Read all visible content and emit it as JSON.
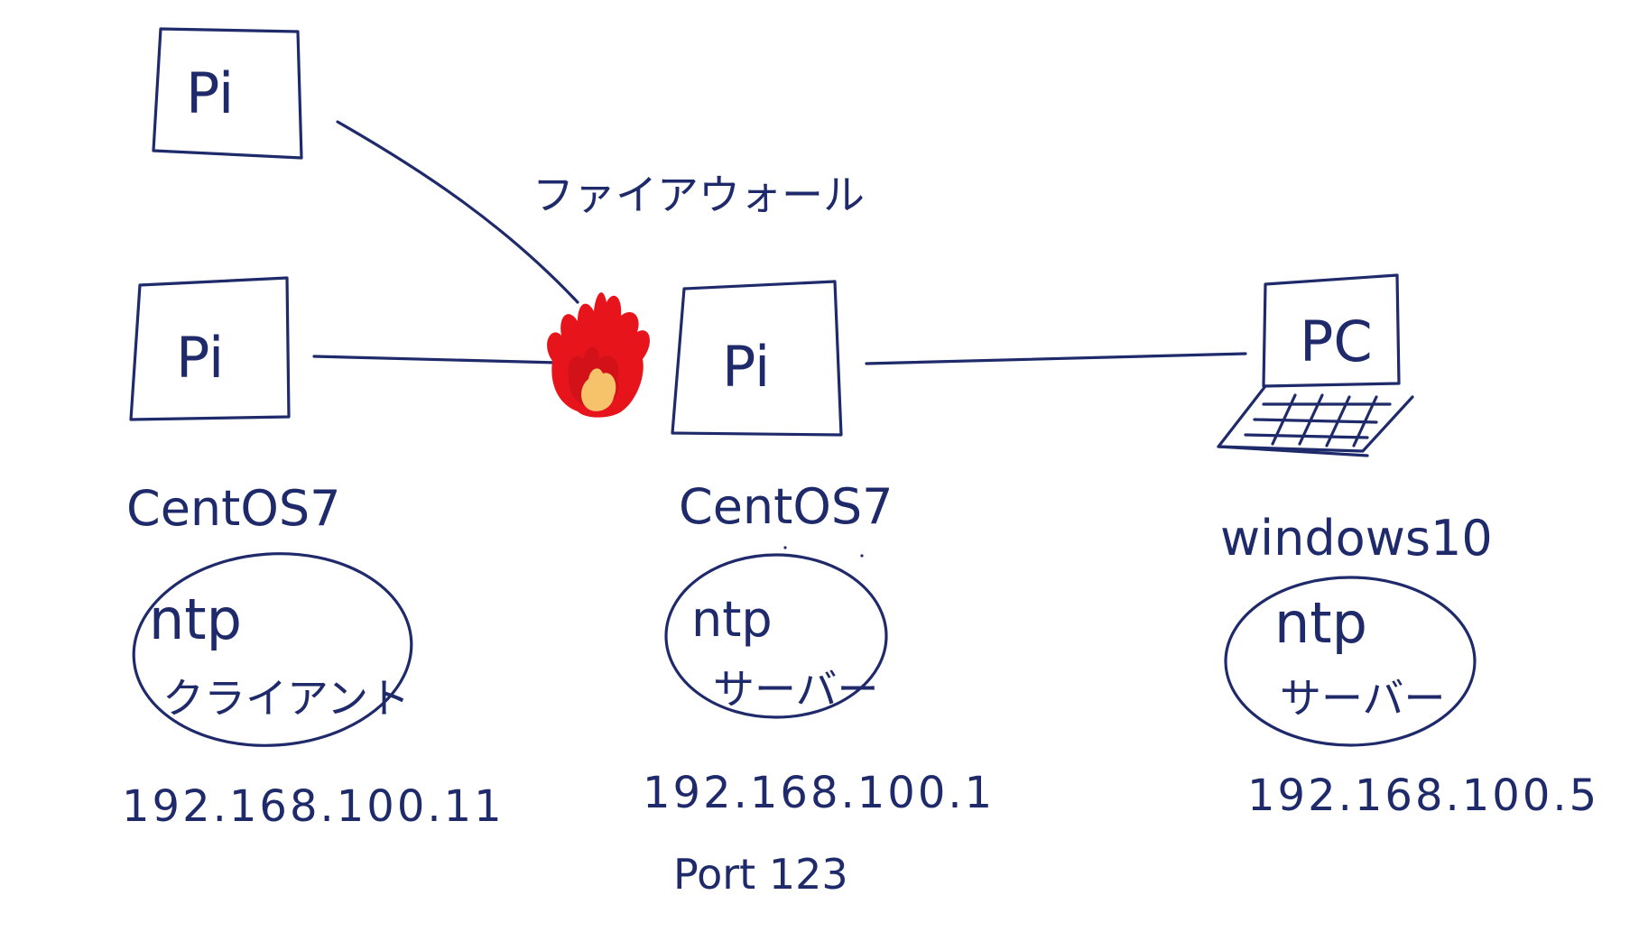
{
  "firewall_label": "ファイアウォール",
  "nodes": [
    {
      "id": "pi-top",
      "box_label": "Pi"
    },
    {
      "id": "pi-client",
      "box_label": "Pi",
      "os": "CentOS7",
      "role_line1": "ntp",
      "role_line2": "クライアント",
      "ip": "192.168.100.11"
    },
    {
      "id": "pi-server",
      "box_label": "Pi",
      "os": "CentOS7",
      "role_line1": "ntp",
      "role_line2": "サーバー",
      "ip": "192.168.100.1",
      "port": "Port 123"
    },
    {
      "id": "pc",
      "box_label": "PC",
      "os": "windows10",
      "role_line1": "ntp",
      "role_line2": "サーバー",
      "ip": "192.168.100.5"
    }
  ],
  "colors": {
    "ink": "#1f2a6b",
    "flame_outer": "#e8141c",
    "flame_inner": "#f6c36a",
    "background": "#ffffff"
  },
  "icons": [
    "firewall-flame-icon",
    "laptop-keyboard-icon"
  ]
}
